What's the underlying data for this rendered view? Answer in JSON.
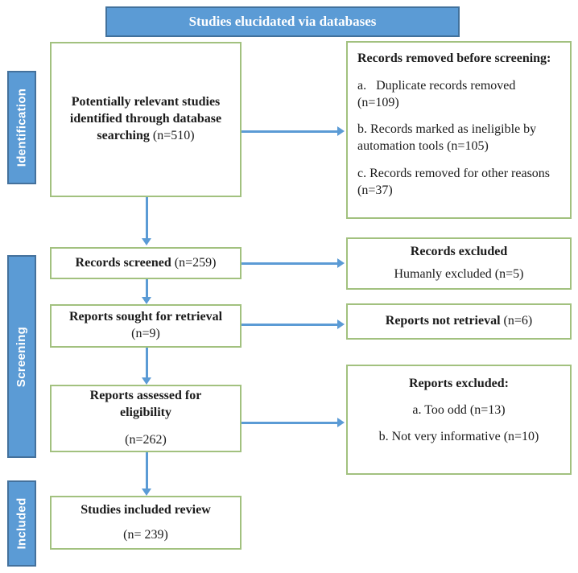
{
  "banner": {
    "label": "Studies elucidated via databases"
  },
  "sidebar": {
    "identification": "Identification",
    "screening": "Screening",
    "included": "Included"
  },
  "nodes": {
    "identified": {
      "title": "Potentially relevant studies identified through database searching",
      "count": "(n=510)"
    },
    "records_removed": {
      "title": "Records removed before screening:",
      "items": [
        "a.   Duplicate records removed (n=109)",
        "b. Records marked as ineligible by automation tools (n=105)",
        "c. Records removed for other reasons (n=37)"
      ]
    },
    "records_screened": {
      "title": "Records screened",
      "count": "(n=259)"
    },
    "records_excluded": {
      "title": "Records excluded",
      "detail": "Humanly excluded (n=5)"
    },
    "reports_sought": {
      "title": "Reports sought for retrieval",
      "count": "(n=9)"
    },
    "reports_not_retrieval": {
      "title": "Reports not retrieval",
      "count": "(n=6)"
    },
    "reports_assessed": {
      "title": "Reports assessed for eligibility",
      "count": "(n=262)"
    },
    "reports_excluded": {
      "title": "Reports excluded:",
      "items": [
        "a. Too odd (n=13)",
        "b. Not very informative (n=10)"
      ]
    },
    "studies_included": {
      "title": "Studies included review",
      "count": "(n= 239)"
    }
  },
  "colors": {
    "blue_fill": "#5b9bd5",
    "blue_border": "#41719c",
    "green_border": "#a2c17f",
    "arrow_blue": "#5b9bd5",
    "text": "#1b1b1b"
  }
}
